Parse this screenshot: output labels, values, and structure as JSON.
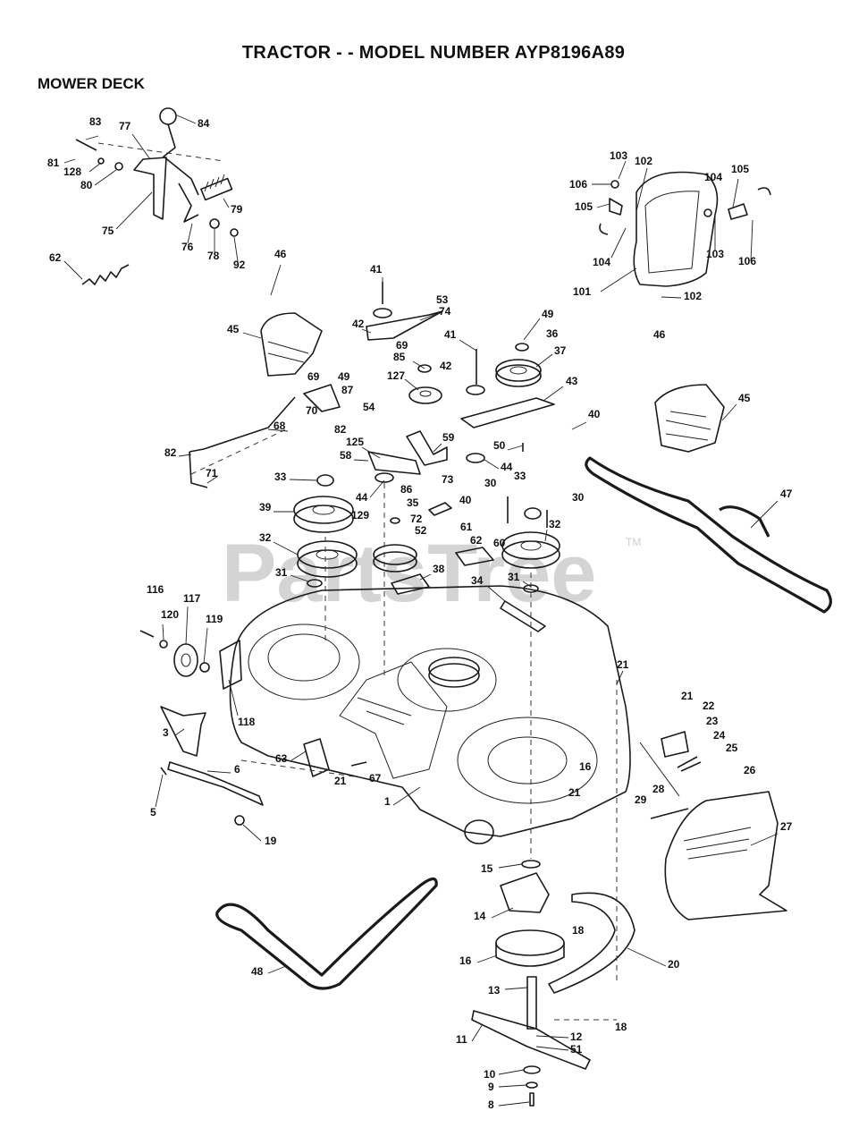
{
  "header": {
    "title": "TRACTOR - - MODEL NUMBER AYP8196A89",
    "subtitle": "MOWER DECK"
  },
  "watermark": {
    "text": "PartsTree",
    "trademark": "TM"
  },
  "callouts": [
    {
      "id": "83",
      "label": "83"
    },
    {
      "id": "77",
      "label": "77"
    },
    {
      "id": "84",
      "label": "84"
    },
    {
      "id": "81",
      "label": "81"
    },
    {
      "id": "128",
      "label": "128"
    },
    {
      "id": "80",
      "label": "80"
    },
    {
      "id": "75",
      "label": "75"
    },
    {
      "id": "76",
      "label": "76"
    },
    {
      "id": "78",
      "label": "78"
    },
    {
      "id": "79",
      "label": "79"
    },
    {
      "id": "92",
      "label": "92"
    },
    {
      "id": "62a",
      "label": "62"
    },
    {
      "id": "46a",
      "label": "46"
    },
    {
      "id": "45a",
      "label": "45"
    },
    {
      "id": "41a",
      "label": "41"
    },
    {
      "id": "53",
      "label": "53"
    },
    {
      "id": "74",
      "label": "74"
    },
    {
      "id": "42a",
      "label": "42"
    },
    {
      "id": "69a",
      "label": "69"
    },
    {
      "id": "85",
      "label": "85"
    },
    {
      "id": "41b",
      "label": "41"
    },
    {
      "id": "49a",
      "label": "49"
    },
    {
      "id": "36",
      "label": "36"
    },
    {
      "id": "37",
      "label": "37"
    },
    {
      "id": "127",
      "label": "127"
    },
    {
      "id": "42b",
      "label": "42"
    },
    {
      "id": "43",
      "label": "43"
    },
    {
      "id": "69b",
      "label": "69"
    },
    {
      "id": "49b",
      "label": "49"
    },
    {
      "id": "87",
      "label": "87"
    },
    {
      "id": "70",
      "label": "70"
    },
    {
      "id": "54",
      "label": "54"
    },
    {
      "id": "68",
      "label": "68"
    },
    {
      "id": "82a",
      "label": "82"
    },
    {
      "id": "40a",
      "label": "40"
    },
    {
      "id": "59",
      "label": "59"
    },
    {
      "id": "125",
      "label": "125"
    },
    {
      "id": "50",
      "label": "50"
    },
    {
      "id": "82b",
      "label": "82"
    },
    {
      "id": "58",
      "label": "58"
    },
    {
      "id": "71",
      "label": "71"
    },
    {
      "id": "44a",
      "label": "44"
    },
    {
      "id": "73",
      "label": "73"
    },
    {
      "id": "33a",
      "label": "33"
    },
    {
      "id": "44b",
      "label": "44"
    },
    {
      "id": "86",
      "label": "86"
    },
    {
      "id": "30a",
      "label": "30"
    },
    {
      "id": "33b",
      "label": "33"
    },
    {
      "id": "30b",
      "label": "30"
    },
    {
      "id": "40b",
      "label": "40"
    },
    {
      "id": "39",
      "label": "39"
    },
    {
      "id": "129",
      "label": "129"
    },
    {
      "id": "35",
      "label": "35"
    },
    {
      "id": "72",
      "label": "72"
    },
    {
      "id": "52",
      "label": "52"
    },
    {
      "id": "61",
      "label": "61"
    },
    {
      "id": "62b",
      "label": "62"
    },
    {
      "id": "60",
      "label": "60"
    },
    {
      "id": "32a",
      "label": "32"
    },
    {
      "id": "32b",
      "label": "32"
    },
    {
      "id": "31a",
      "label": "31"
    },
    {
      "id": "38",
      "label": "38"
    },
    {
      "id": "31b",
      "label": "31"
    },
    {
      "id": "34",
      "label": "34"
    },
    {
      "id": "103a",
      "label": "103"
    },
    {
      "id": "102a",
      "label": "102"
    },
    {
      "id": "106a",
      "label": "106"
    },
    {
      "id": "105a",
      "label": "105"
    },
    {
      "id": "104a",
      "label": "104"
    },
    {
      "id": "105b",
      "label": "105"
    },
    {
      "id": "104b",
      "label": "104"
    },
    {
      "id": "103b",
      "label": "103"
    },
    {
      "id": "106b",
      "label": "106"
    },
    {
      "id": "101",
      "label": "101"
    },
    {
      "id": "102b",
      "label": "102"
    },
    {
      "id": "46b",
      "label": "46"
    },
    {
      "id": "45b",
      "label": "45"
    },
    {
      "id": "47",
      "label": "47"
    },
    {
      "id": "116",
      "label": "116"
    },
    {
      "id": "117",
      "label": "117"
    },
    {
      "id": "120",
      "label": "120"
    },
    {
      "id": "119",
      "label": "119"
    },
    {
      "id": "118",
      "label": "118"
    },
    {
      "id": "21a",
      "label": "21"
    },
    {
      "id": "21b",
      "label": "21"
    },
    {
      "id": "22",
      "label": "22"
    },
    {
      "id": "23",
      "label": "23"
    },
    {
      "id": "24",
      "label": "24"
    },
    {
      "id": "25",
      "label": "25"
    },
    {
      "id": "26",
      "label": "26"
    },
    {
      "id": "3",
      "label": "3"
    },
    {
      "id": "6",
      "label": "6"
    },
    {
      "id": "5",
      "label": "5"
    },
    {
      "id": "63",
      "label": "63"
    },
    {
      "id": "21c",
      "label": "21"
    },
    {
      "id": "67",
      "label": "67"
    },
    {
      "id": "16a",
      "label": "16"
    },
    {
      "id": "1",
      "label": "1"
    },
    {
      "id": "21d",
      "label": "21"
    },
    {
      "id": "28",
      "label": "28"
    },
    {
      "id": "29",
      "label": "29"
    },
    {
      "id": "27",
      "label": "27"
    },
    {
      "id": "19",
      "label": "19"
    },
    {
      "id": "15",
      "label": "15"
    },
    {
      "id": "14",
      "label": "14"
    },
    {
      "id": "48",
      "label": "48"
    },
    {
      "id": "18a",
      "label": "18"
    },
    {
      "id": "16b",
      "label": "16"
    },
    {
      "id": "20",
      "label": "20"
    },
    {
      "id": "13",
      "label": "13"
    },
    {
      "id": "18b",
      "label": "18"
    },
    {
      "id": "11",
      "label": "11"
    },
    {
      "id": "12",
      "label": "12"
    },
    {
      "id": "51",
      "label": "51"
    },
    {
      "id": "10",
      "label": "10"
    },
    {
      "id": "9",
      "label": "9"
    },
    {
      "id": "8",
      "label": "8"
    }
  ]
}
